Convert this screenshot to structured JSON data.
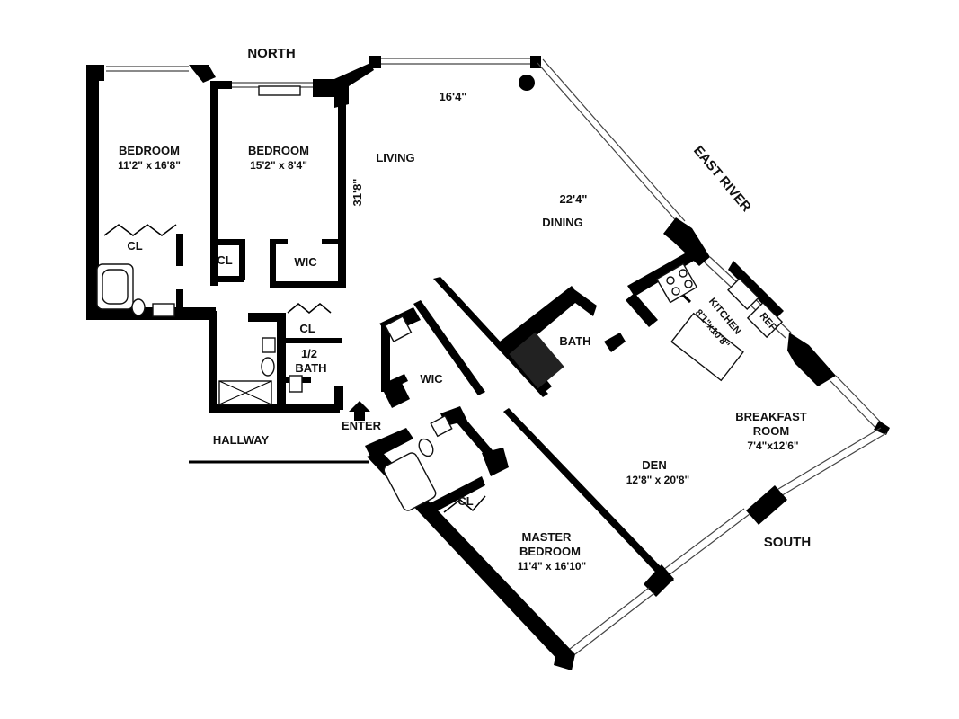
{
  "compass": {
    "north": "NORTH",
    "south": "SOUTH",
    "east_river": "EAST RIVER"
  },
  "rooms": {
    "bedroom1": {
      "name": "BEDROOM",
      "dims": "11'2\" x 16'8\""
    },
    "bedroom2": {
      "name": "BEDROOM",
      "dims": "15'2\" x 8'4\""
    },
    "living": {
      "name": "LIVING",
      "width": "16'4\"",
      "depth": "31'8\""
    },
    "dining": {
      "name": "DINING",
      "width": "22'4\""
    },
    "bath": {
      "name": "BATH"
    },
    "half_bath": {
      "line1": "1/2",
      "line2": "BATH"
    },
    "kitchen": {
      "name": "KITCHEN",
      "dims": "8'1\"x10'8\"",
      "ref": "REF"
    },
    "breakfast": {
      "line1": "BREAKFAST",
      "line2": "ROOM",
      "dims": "7'4\"x12'6\""
    },
    "den": {
      "name": "DEN",
      "dims": "12'8\" x 20'8\""
    },
    "master": {
      "line1": "MASTER",
      "line2": "BEDROOM",
      "dims": "11'4\" x 16'10\""
    },
    "wic1": {
      "name": "WIC"
    },
    "wic2": {
      "name": "WIC"
    },
    "cl1": {
      "name": "CL"
    },
    "cl2": {
      "name": "CL"
    },
    "cl3": {
      "name": "CL"
    },
    "cl4": {
      "name": "CL"
    }
  },
  "entry": {
    "hallway": "HALLWAY",
    "enter": "ENTER"
  }
}
